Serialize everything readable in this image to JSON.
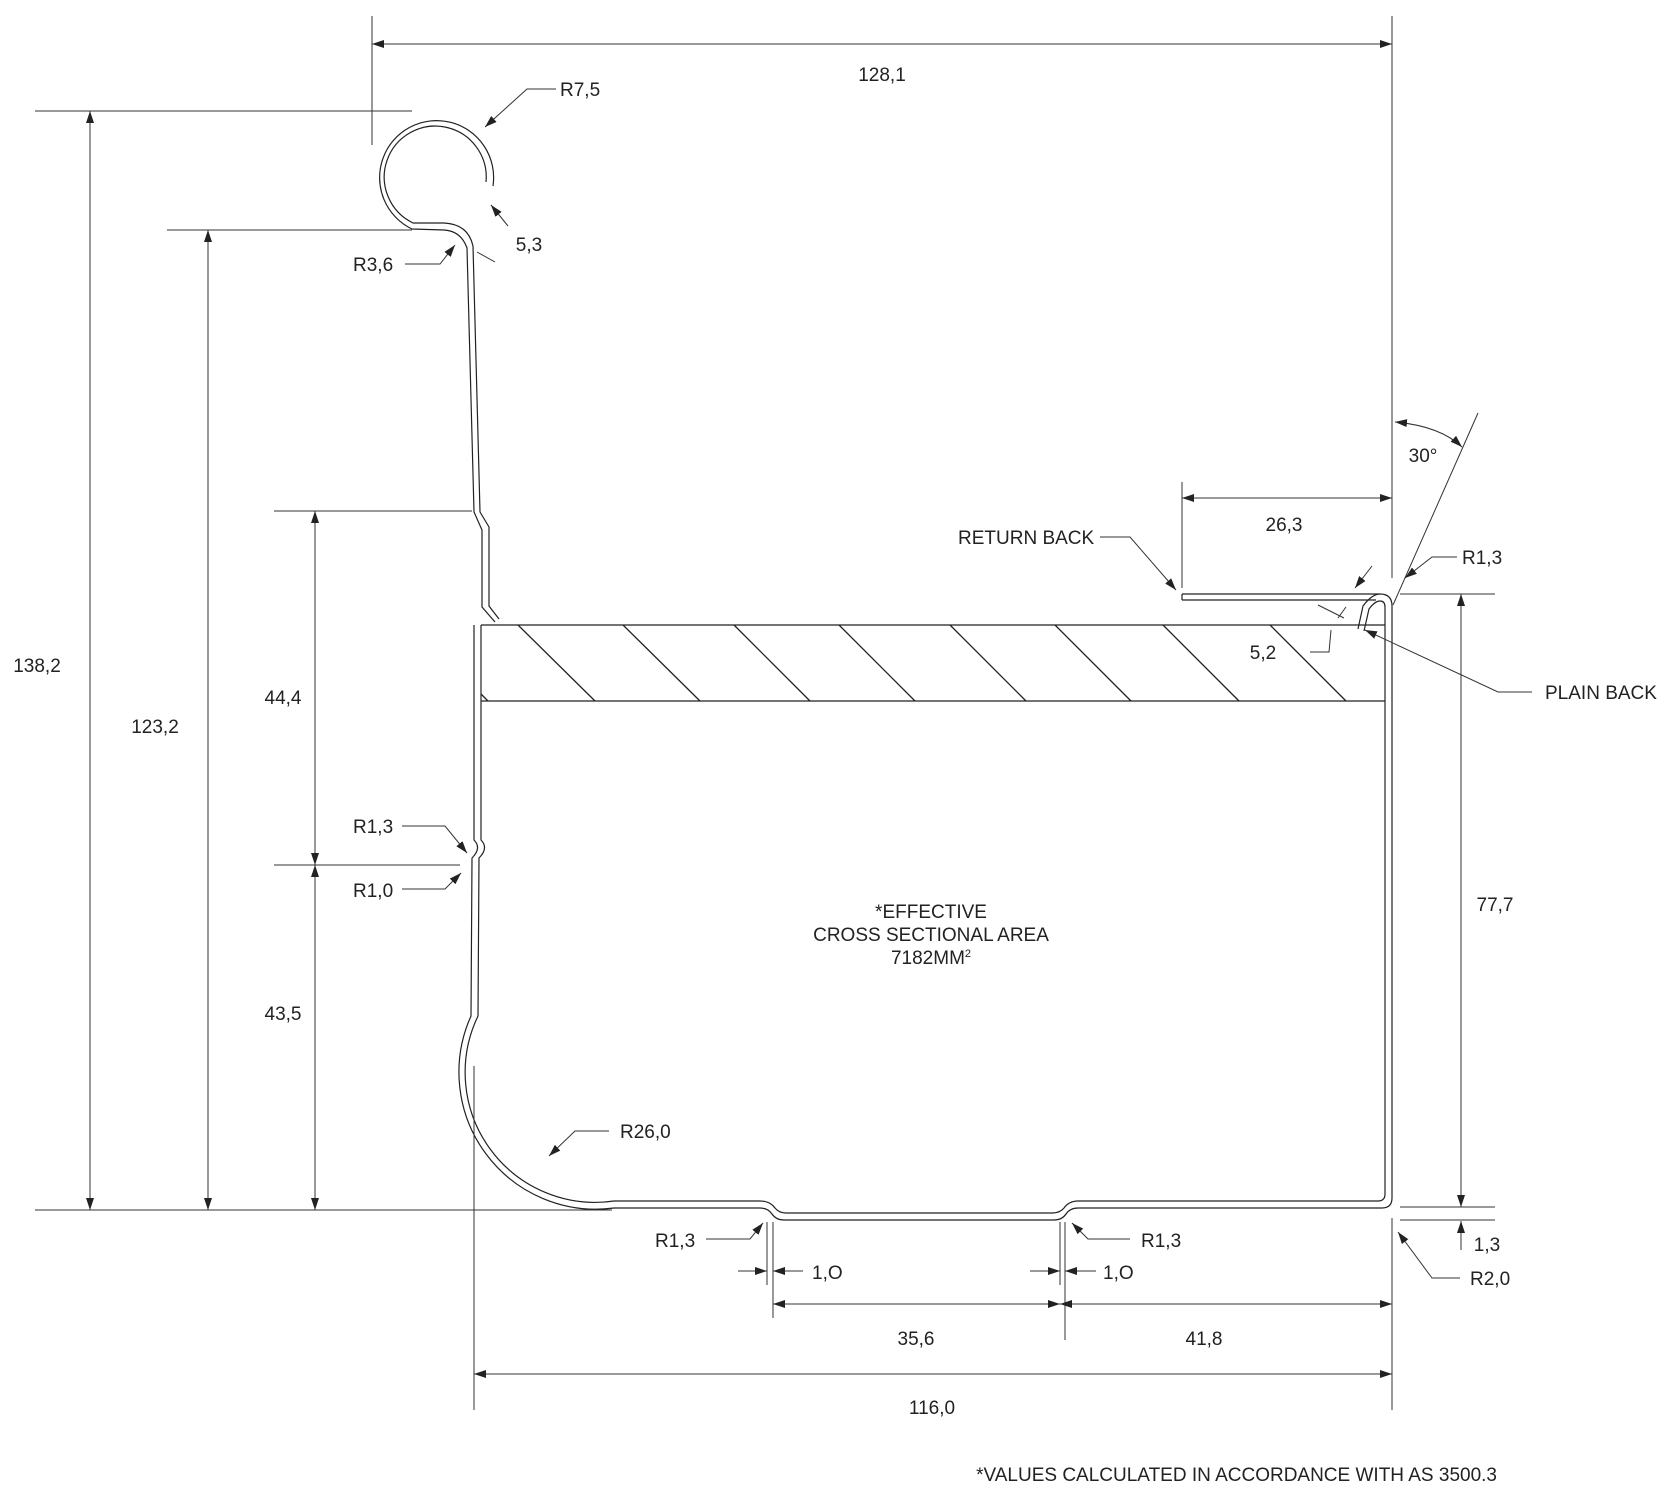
{
  "colors": {
    "line": "#222222",
    "background": "#ffffff"
  },
  "dimensions": {
    "overall_width": "128,1",
    "overall_height": "138,2",
    "bead_height": "123,2",
    "upper_height": "44,4",
    "lower_height": "43,5",
    "back_height": "77,7",
    "return_width": "26,3",
    "bottom_width": "116,0",
    "bottom_left_span": "35,6",
    "bottom_right_span": "41,8",
    "bead_gap": "5,3",
    "return_gap": "5,2",
    "step_left": "1,O",
    "step_right": "1,O",
    "back_offset": "1,3",
    "angle": "30°"
  },
  "radii": {
    "bead": "R7,5",
    "bead_neck": "R3,6",
    "face_upper": "R1,3",
    "face_lower": "R1,0",
    "sole": "R26,0",
    "step_left": "R1,3",
    "step_right": "R1,3",
    "back_top": "R1,3",
    "back_bottom": "R2,0"
  },
  "labels": {
    "return_back": "RETURN BACK",
    "plain_back": "PLAIN BACK"
  },
  "area_note": {
    "line1": "*EFFECTIVE",
    "line2": "CROSS SECTIONAL AREA",
    "line3": "7182MM",
    "superscript": "2"
  },
  "footnote": "*VALUES CALCULATED IN ACCORDANCE WITH AS 3500.3"
}
